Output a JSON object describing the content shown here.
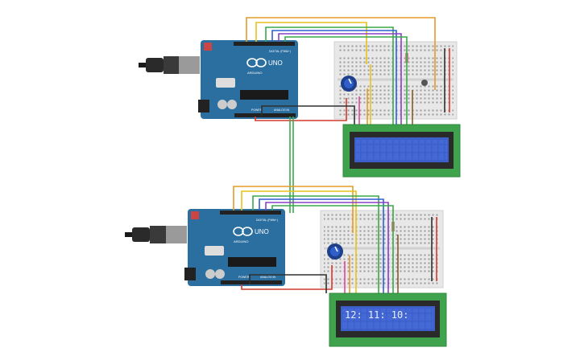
{
  "boards": [
    {
      "brand": "UNO",
      "maker": "ARDUINO",
      "digital_label": "DIGITAL (PWM~)",
      "power_label": "POWER",
      "analog_label": "ANALOG IN"
    },
    {
      "brand": "UNO",
      "maker": "ARDUINO",
      "digital_label": "DIGITAL (PWM~)",
      "power_label": "POWER",
      "analog_label": "ANALOG IN"
    }
  ],
  "lcds": [
    {
      "text": ""
    },
    {
      "text": "12: 11: 10:"
    }
  ],
  "colors": {
    "board": "#2b6fa0",
    "breadboard": "#e8e8e8",
    "lcd_pcb": "#3fa34d",
    "lcd_screen": "#3d5fc9",
    "wire_orange": "#e69b27",
    "wire_yellow": "#e8c21a",
    "wire_green": "#3aa84a",
    "wire_blue": "#2f5fd6",
    "wire_purple": "#8a3fc8",
    "wire_red": "#d43a2a",
    "wire_black": "#303030",
    "wire_brown": "#8a5a2a",
    "wire_pink": "#e0489a"
  }
}
